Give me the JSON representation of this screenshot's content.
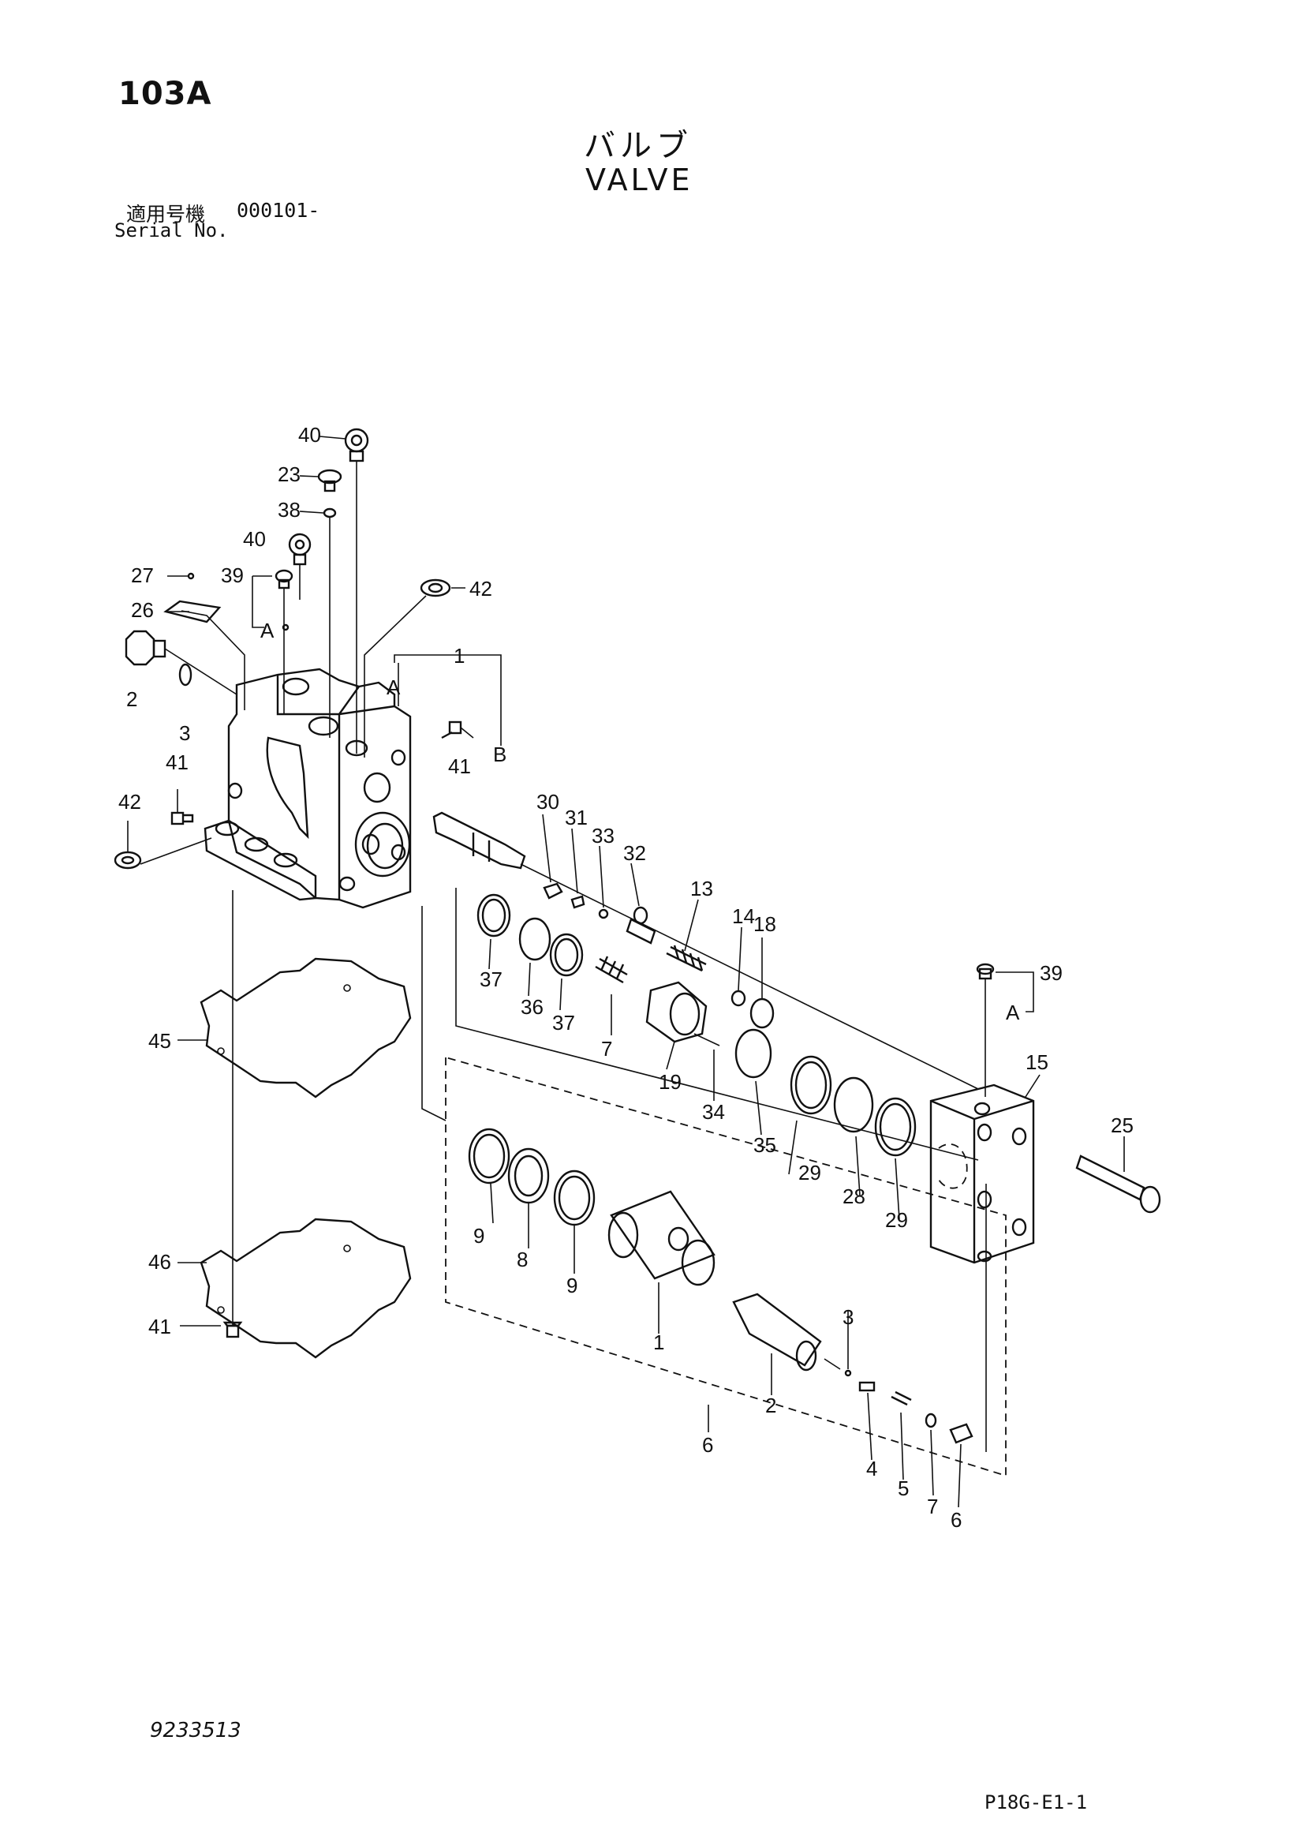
{
  "header": {
    "page_id": "103A",
    "title_jp": "バルブ",
    "title_en": "VALVE",
    "serial_label_jp": "適用号機",
    "serial_value": "000101-",
    "serial_label_en": "Serial No."
  },
  "footer": {
    "doc_number": "9233513",
    "page_code": "P18G-E1-1"
  },
  "callouts": [
    {
      "id": "c40a",
      "text": "40"
    },
    {
      "id": "c23",
      "text": "23"
    },
    {
      "id": "c38",
      "text": "38"
    },
    {
      "id": "c40b",
      "text": "40"
    },
    {
      "id": "c27",
      "text": "27"
    },
    {
      "id": "c39a",
      "text": "39"
    },
    {
      "id": "c42a",
      "text": "42"
    },
    {
      "id": "c26",
      "text": "26"
    },
    {
      "id": "cA1",
      "text": "A"
    },
    {
      "id": "c1a",
      "text": "1"
    },
    {
      "id": "c2a",
      "text": "2"
    },
    {
      "id": "cA2",
      "text": "A"
    },
    {
      "id": "c3a",
      "text": "3"
    },
    {
      "id": "c41a",
      "text": "41"
    },
    {
      "id": "c41b",
      "text": "41"
    },
    {
      "id": "cB",
      "text": "B"
    },
    {
      "id": "c42b",
      "text": "42"
    },
    {
      "id": "c30",
      "text": "30"
    },
    {
      "id": "c31",
      "text": "31"
    },
    {
      "id": "c33",
      "text": "33"
    },
    {
      "id": "c32",
      "text": "32"
    },
    {
      "id": "c13",
      "text": "13"
    },
    {
      "id": "c14",
      "text": "14"
    },
    {
      "id": "c18",
      "text": "18"
    },
    {
      "id": "c39b",
      "text": "39"
    },
    {
      "id": "cA3",
      "text": "A"
    },
    {
      "id": "c37a",
      "text": "37"
    },
    {
      "id": "c36",
      "text": "36"
    },
    {
      "id": "c37b",
      "text": "37"
    },
    {
      "id": "c7a",
      "text": "7"
    },
    {
      "id": "c19",
      "text": "19"
    },
    {
      "id": "c34",
      "text": "34"
    },
    {
      "id": "c35",
      "text": "35"
    },
    {
      "id": "c45",
      "text": "45"
    },
    {
      "id": "c15",
      "text": "15"
    },
    {
      "id": "c25",
      "text": "25"
    },
    {
      "id": "c29a",
      "text": "29"
    },
    {
      "id": "c28",
      "text": "28"
    },
    {
      "id": "c29b",
      "text": "29"
    },
    {
      "id": "c9a",
      "text": "9"
    },
    {
      "id": "c8",
      "text": "8"
    },
    {
      "id": "c9b",
      "text": "9"
    },
    {
      "id": "c46",
      "text": "46"
    },
    {
      "id": "c1b",
      "text": "1"
    },
    {
      "id": "c3b",
      "text": "3"
    },
    {
      "id": "c41c",
      "text": "41"
    },
    {
      "id": "c2b",
      "text": "2"
    },
    {
      "id": "c6a",
      "text": "6"
    },
    {
      "id": "c4",
      "text": "4"
    },
    {
      "id": "c5",
      "text": "5"
    },
    {
      "id": "c7b",
      "text": "7"
    },
    {
      "id": "c6b",
      "text": "6"
    }
  ]
}
